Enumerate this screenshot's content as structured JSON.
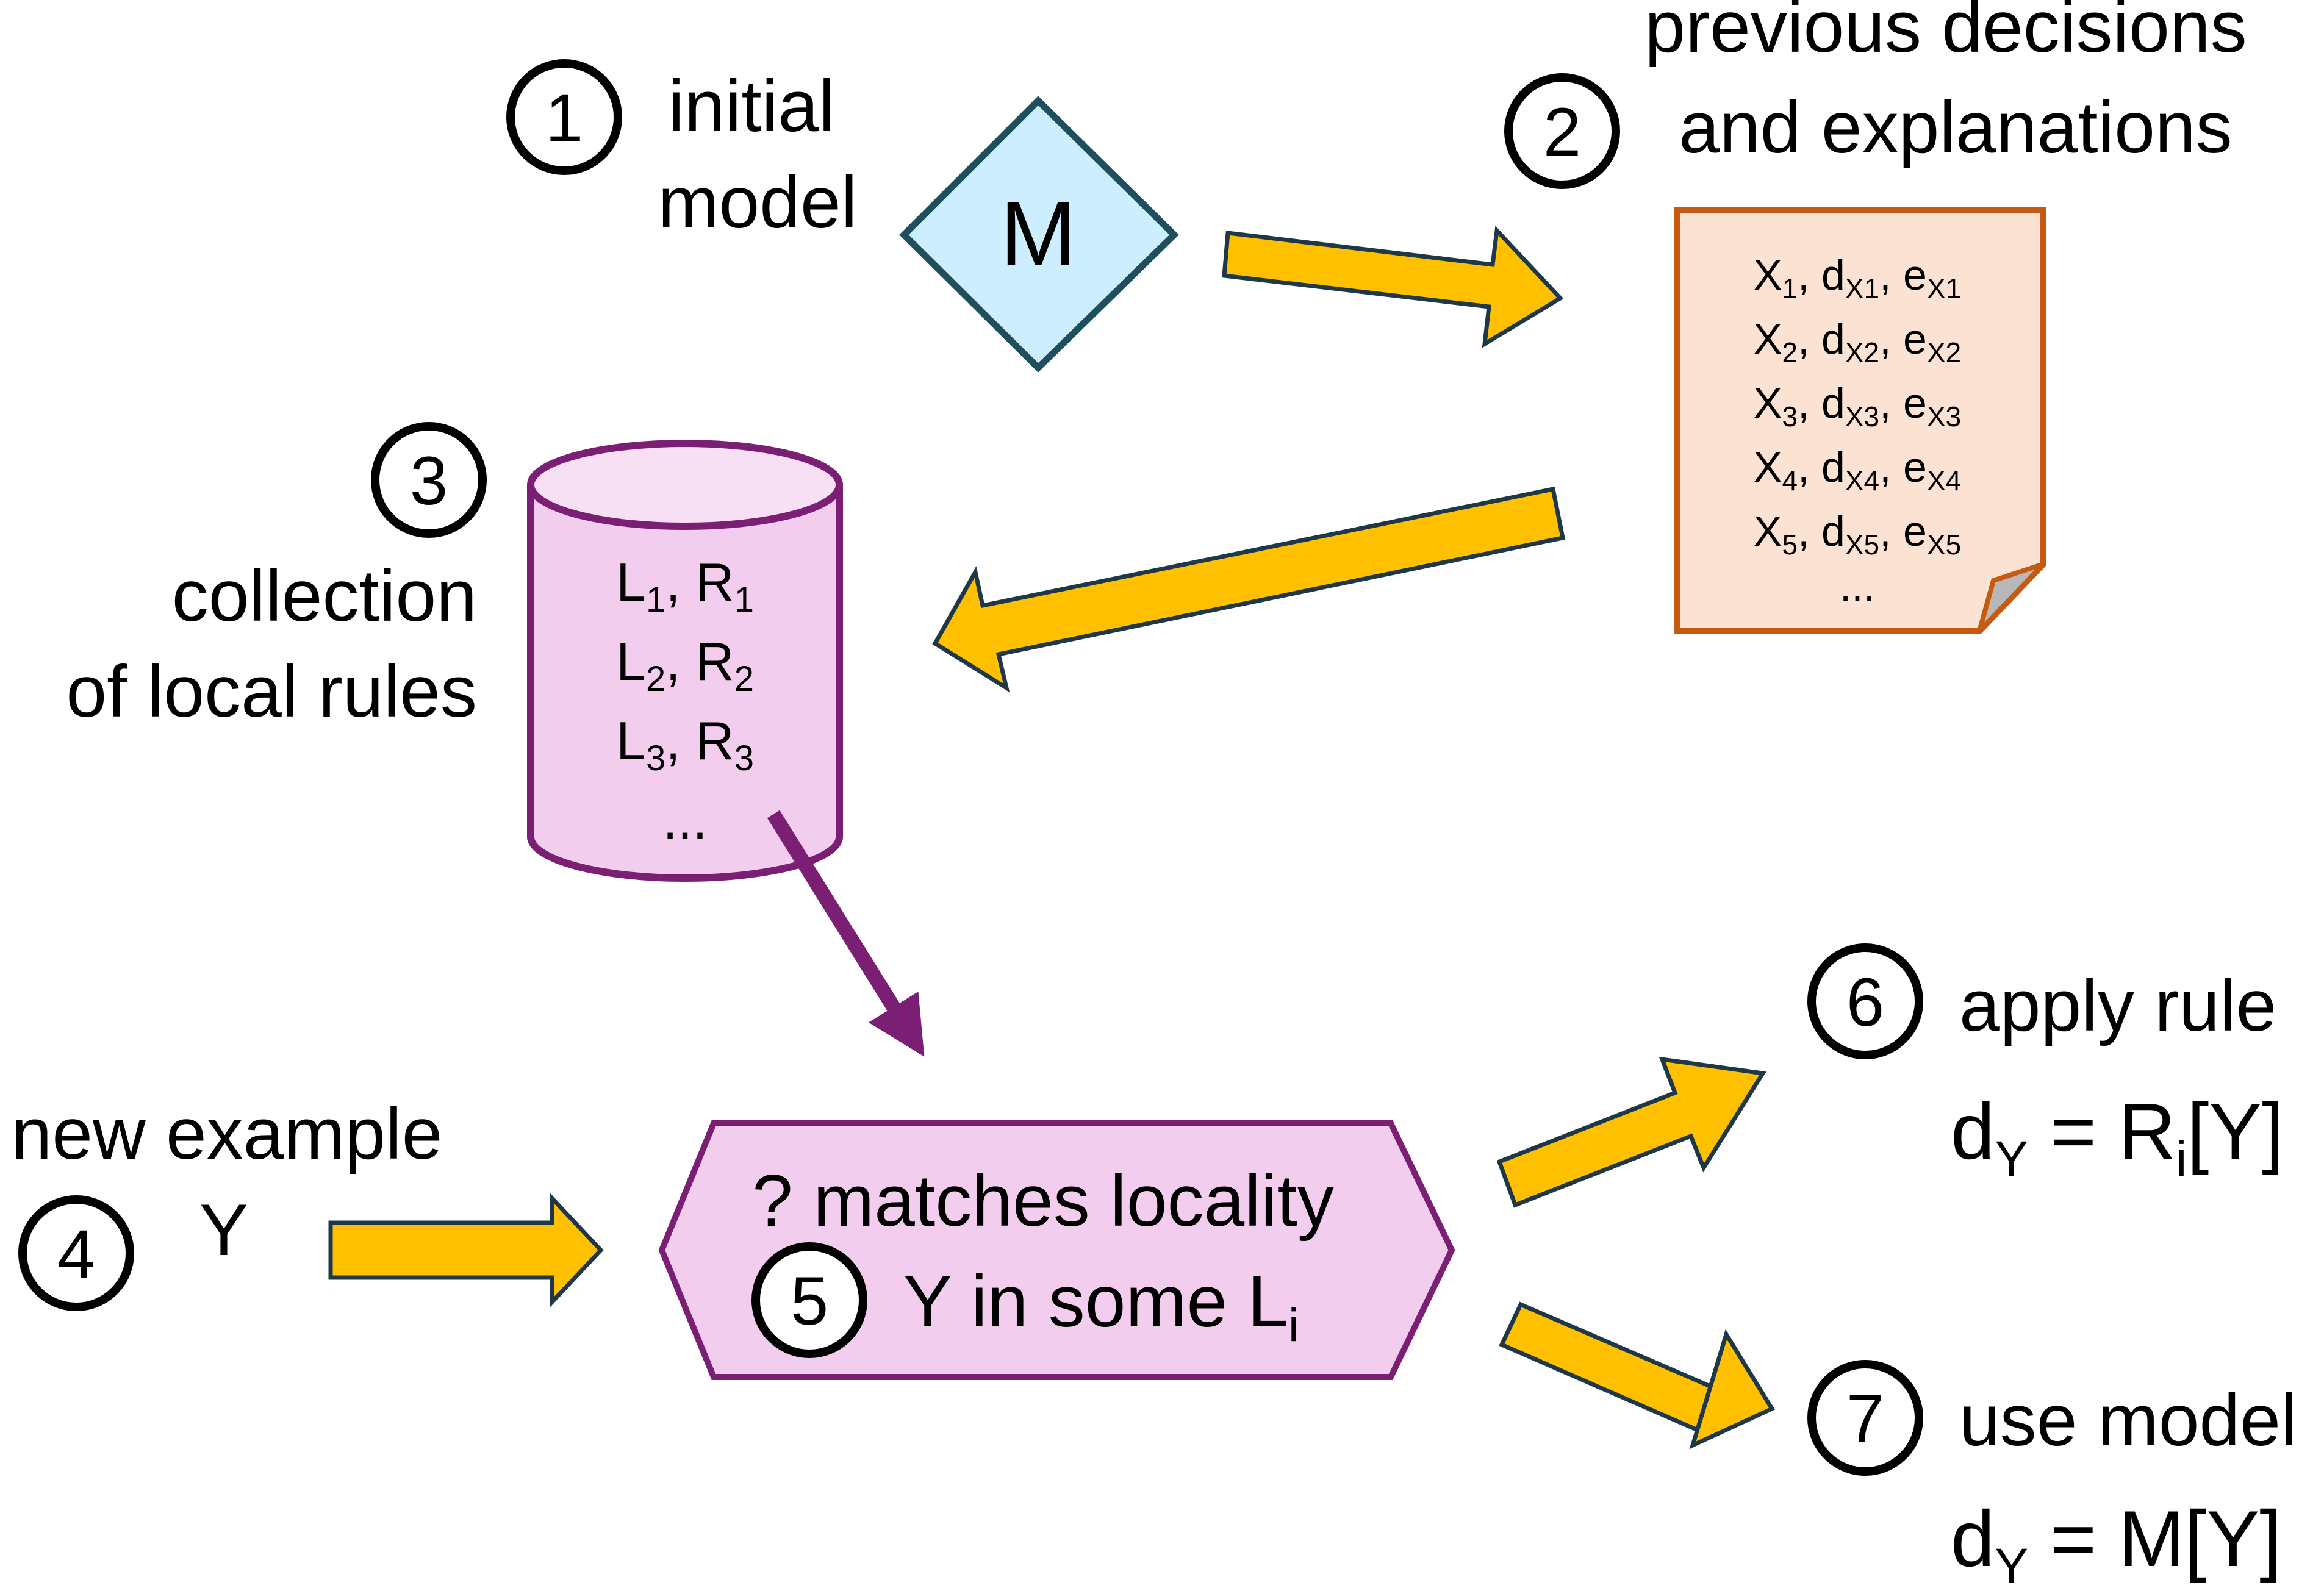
{
  "steps": {
    "s1": {
      "number": "1",
      "line1": "initial",
      "line2": "model"
    },
    "s2": {
      "number": "2",
      "line1": "previous decisions",
      "line2": "and explanations"
    },
    "s3": {
      "number": "3",
      "line1": "collection",
      "line2": "of local rules"
    },
    "s4": {
      "number": "4",
      "line1": "new example",
      "line2": "Y"
    },
    "s5": {
      "number": "5",
      "line1": "? matches locality",
      "line2_text": "Y in some L",
      "line2_sub": "i"
    },
    "s6": {
      "number": "6",
      "line1": "apply rule",
      "formula": {
        "d": "d",
        "d_sub": "Y",
        "eq": " = R",
        "r_sub": "i",
        "rest": "[Y]"
      }
    },
    "s7": {
      "number": "7",
      "line1": "use model",
      "formula": {
        "d": "d",
        "d_sub": "Y",
        "rest": " = M[Y]"
      }
    }
  },
  "model": {
    "label": "M"
  },
  "document": {
    "rows": [
      {
        "x": "X",
        "xi": "1",
        "d": "d",
        "di": "X1",
        "e": "e",
        "ei": "X1"
      },
      {
        "x": "X",
        "xi": "2",
        "d": "d",
        "di": "X2",
        "e": "e",
        "ei": "X2"
      },
      {
        "x": "X",
        "xi": "3",
        "d": "d",
        "di": "X3",
        "e": "e",
        "ei": "X3"
      },
      {
        "x": "X",
        "xi": "4",
        "d": "d",
        "di": "X4",
        "e": "e",
        "ei": "X4"
      },
      {
        "x": "X",
        "xi": "5",
        "d": "d",
        "di": "X5",
        "e": "e",
        "ei": "X5"
      }
    ],
    "ellipsis": "..."
  },
  "database": {
    "rows": [
      {
        "l": "L",
        "li": "1",
        "r": "R",
        "ri": "1"
      },
      {
        "l": "L",
        "li": "2",
        "r": "R",
        "ri": "2"
      },
      {
        "l": "L",
        "li": "3",
        "r": "R",
        "ri": "3"
      }
    ],
    "ellipsis": "..."
  },
  "colors": {
    "arrow_fill": "#ffc000",
    "arrow_stroke": "#1f3848",
    "diamond_fill": "#cceeff",
    "diamond_stroke": "#1f4e5f",
    "doc_fill": "#fce2d2",
    "doc_stroke": "#c55a11",
    "db_fill": "#f2cdee",
    "db_top_fill": "#f7e0f4",
    "db_stroke": "#7a1f74",
    "hex_fill": "#f2cdee",
    "hex_stroke": "#7a1f74"
  }
}
